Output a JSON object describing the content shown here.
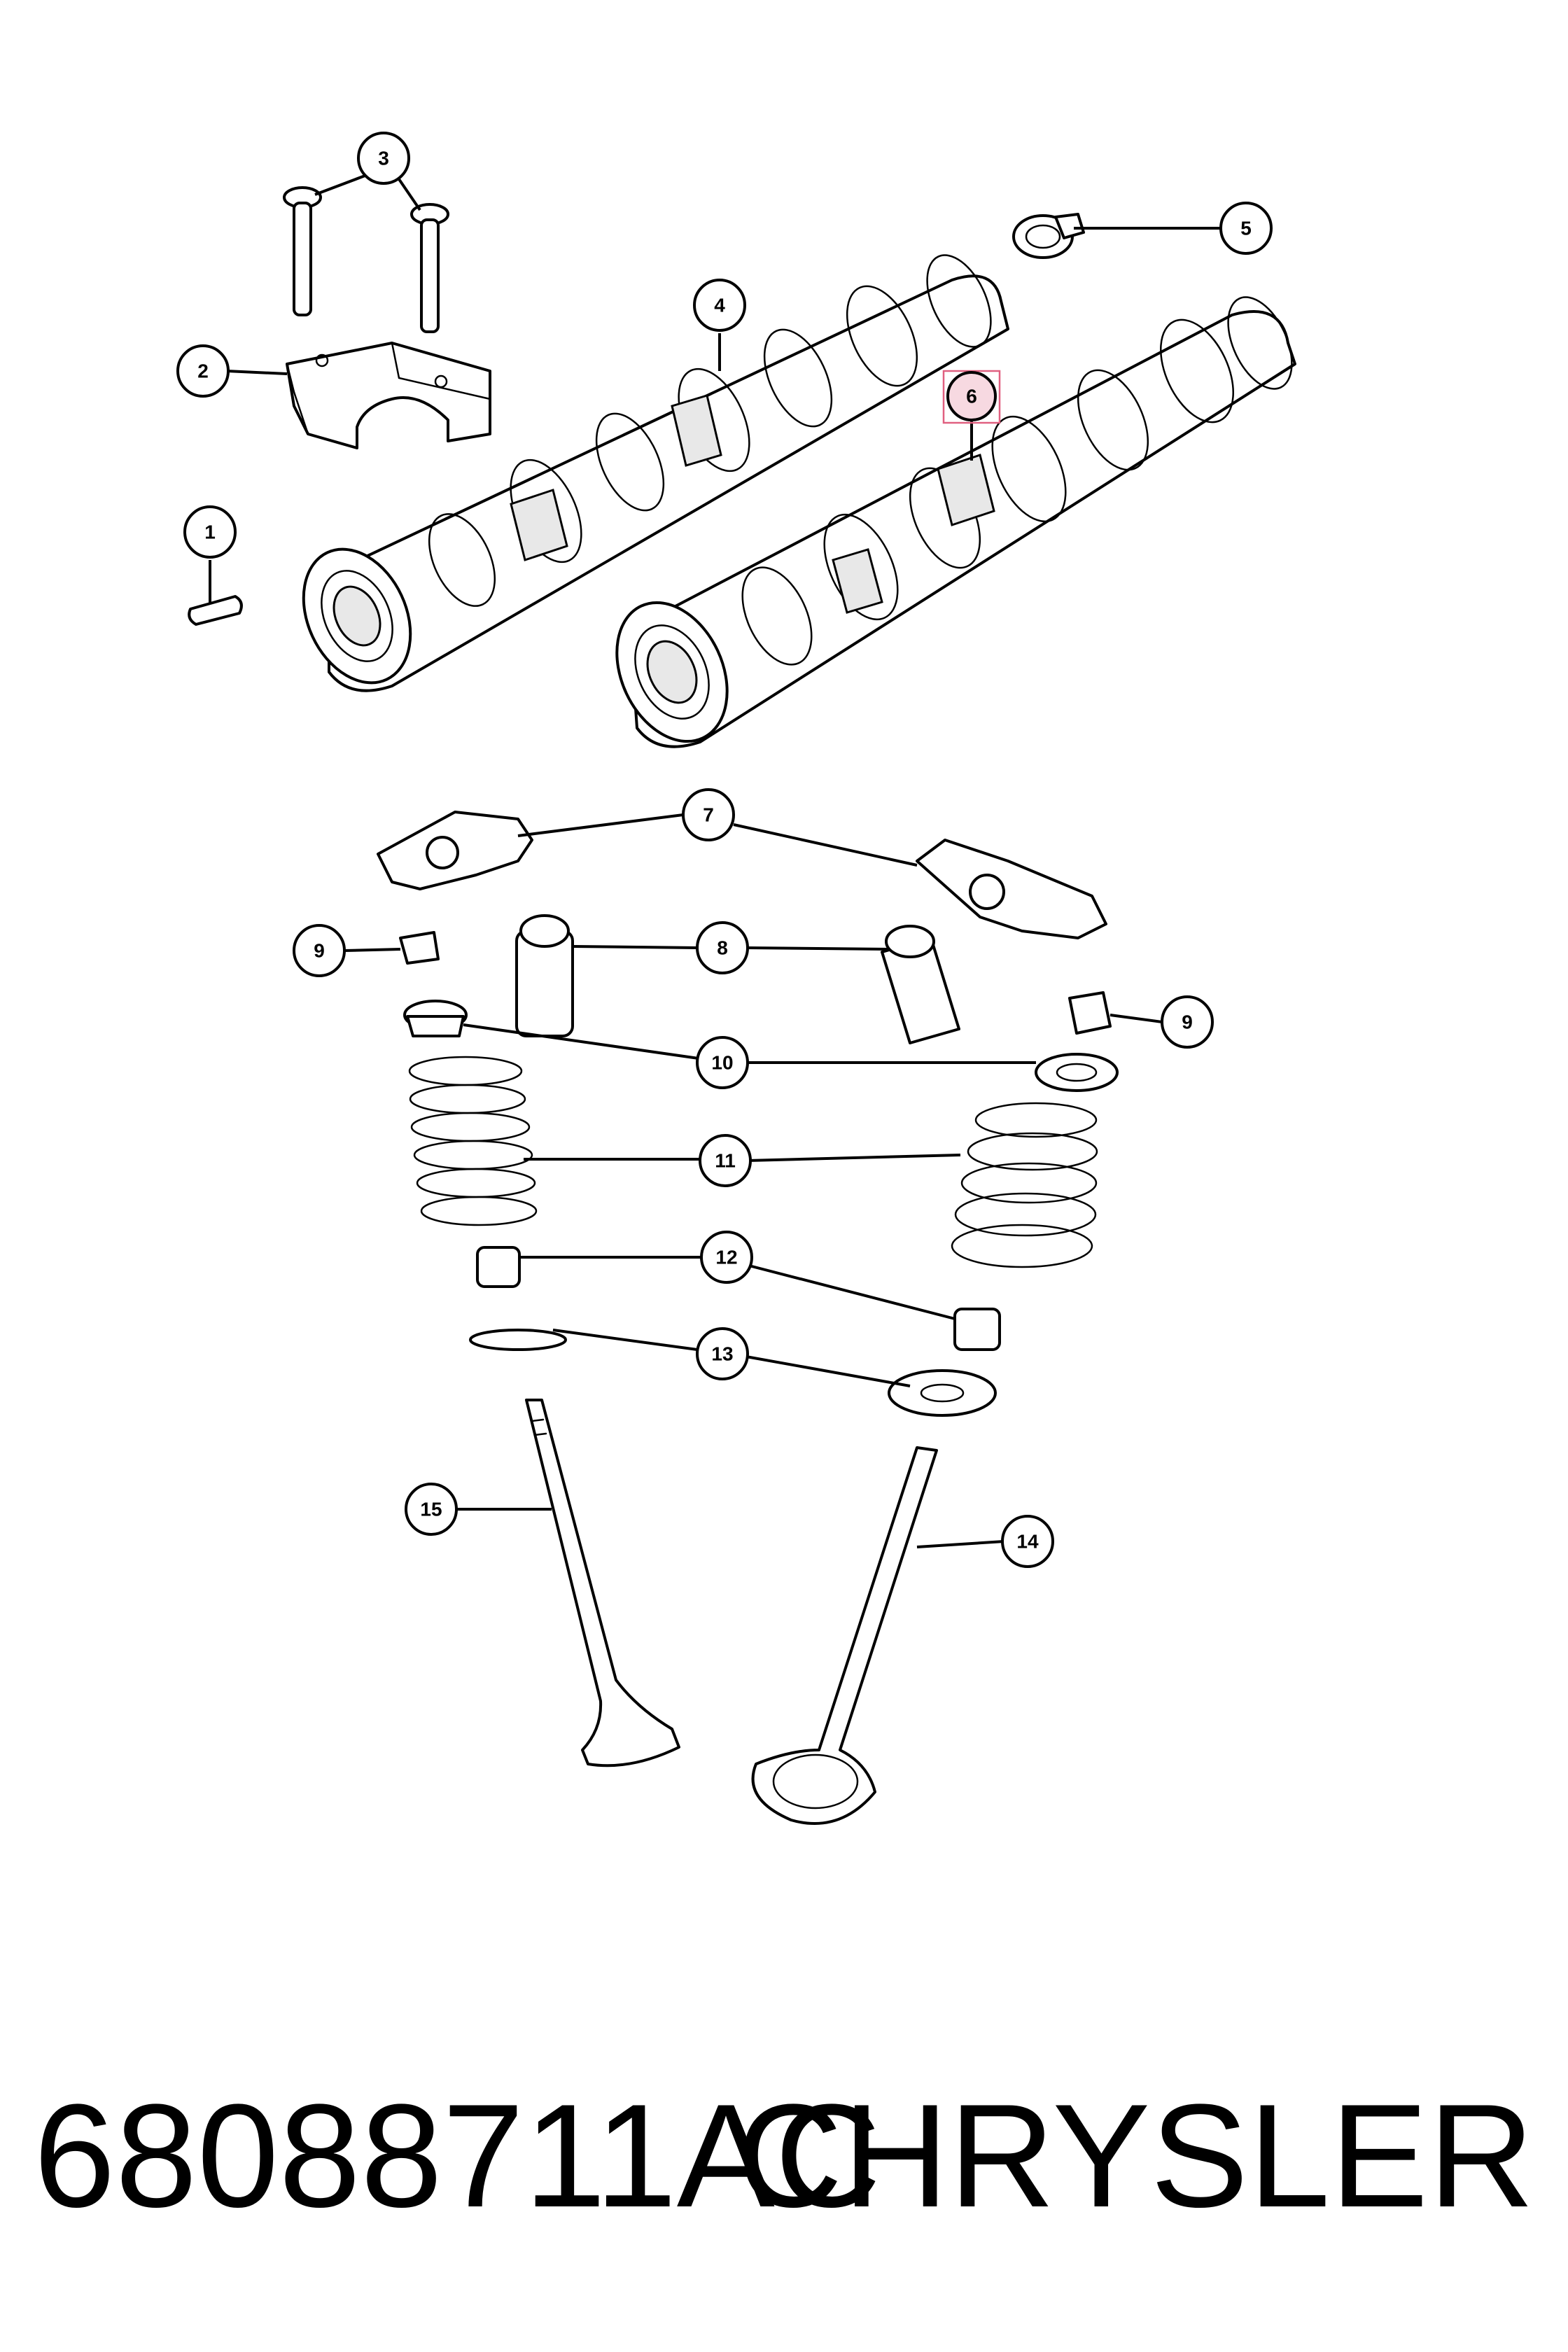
{
  "diagram": {
    "callouts": [
      "1",
      "2",
      "3",
      "4",
      "5",
      "6",
      "7",
      "8",
      "9",
      "10",
      "11",
      "12",
      "13",
      "14",
      "15"
    ],
    "callout_9_right": "9",
    "highlighted_callout": "6"
  },
  "footer": {
    "part_number": "68088711AC",
    "brand": "CHRYSLER"
  }
}
